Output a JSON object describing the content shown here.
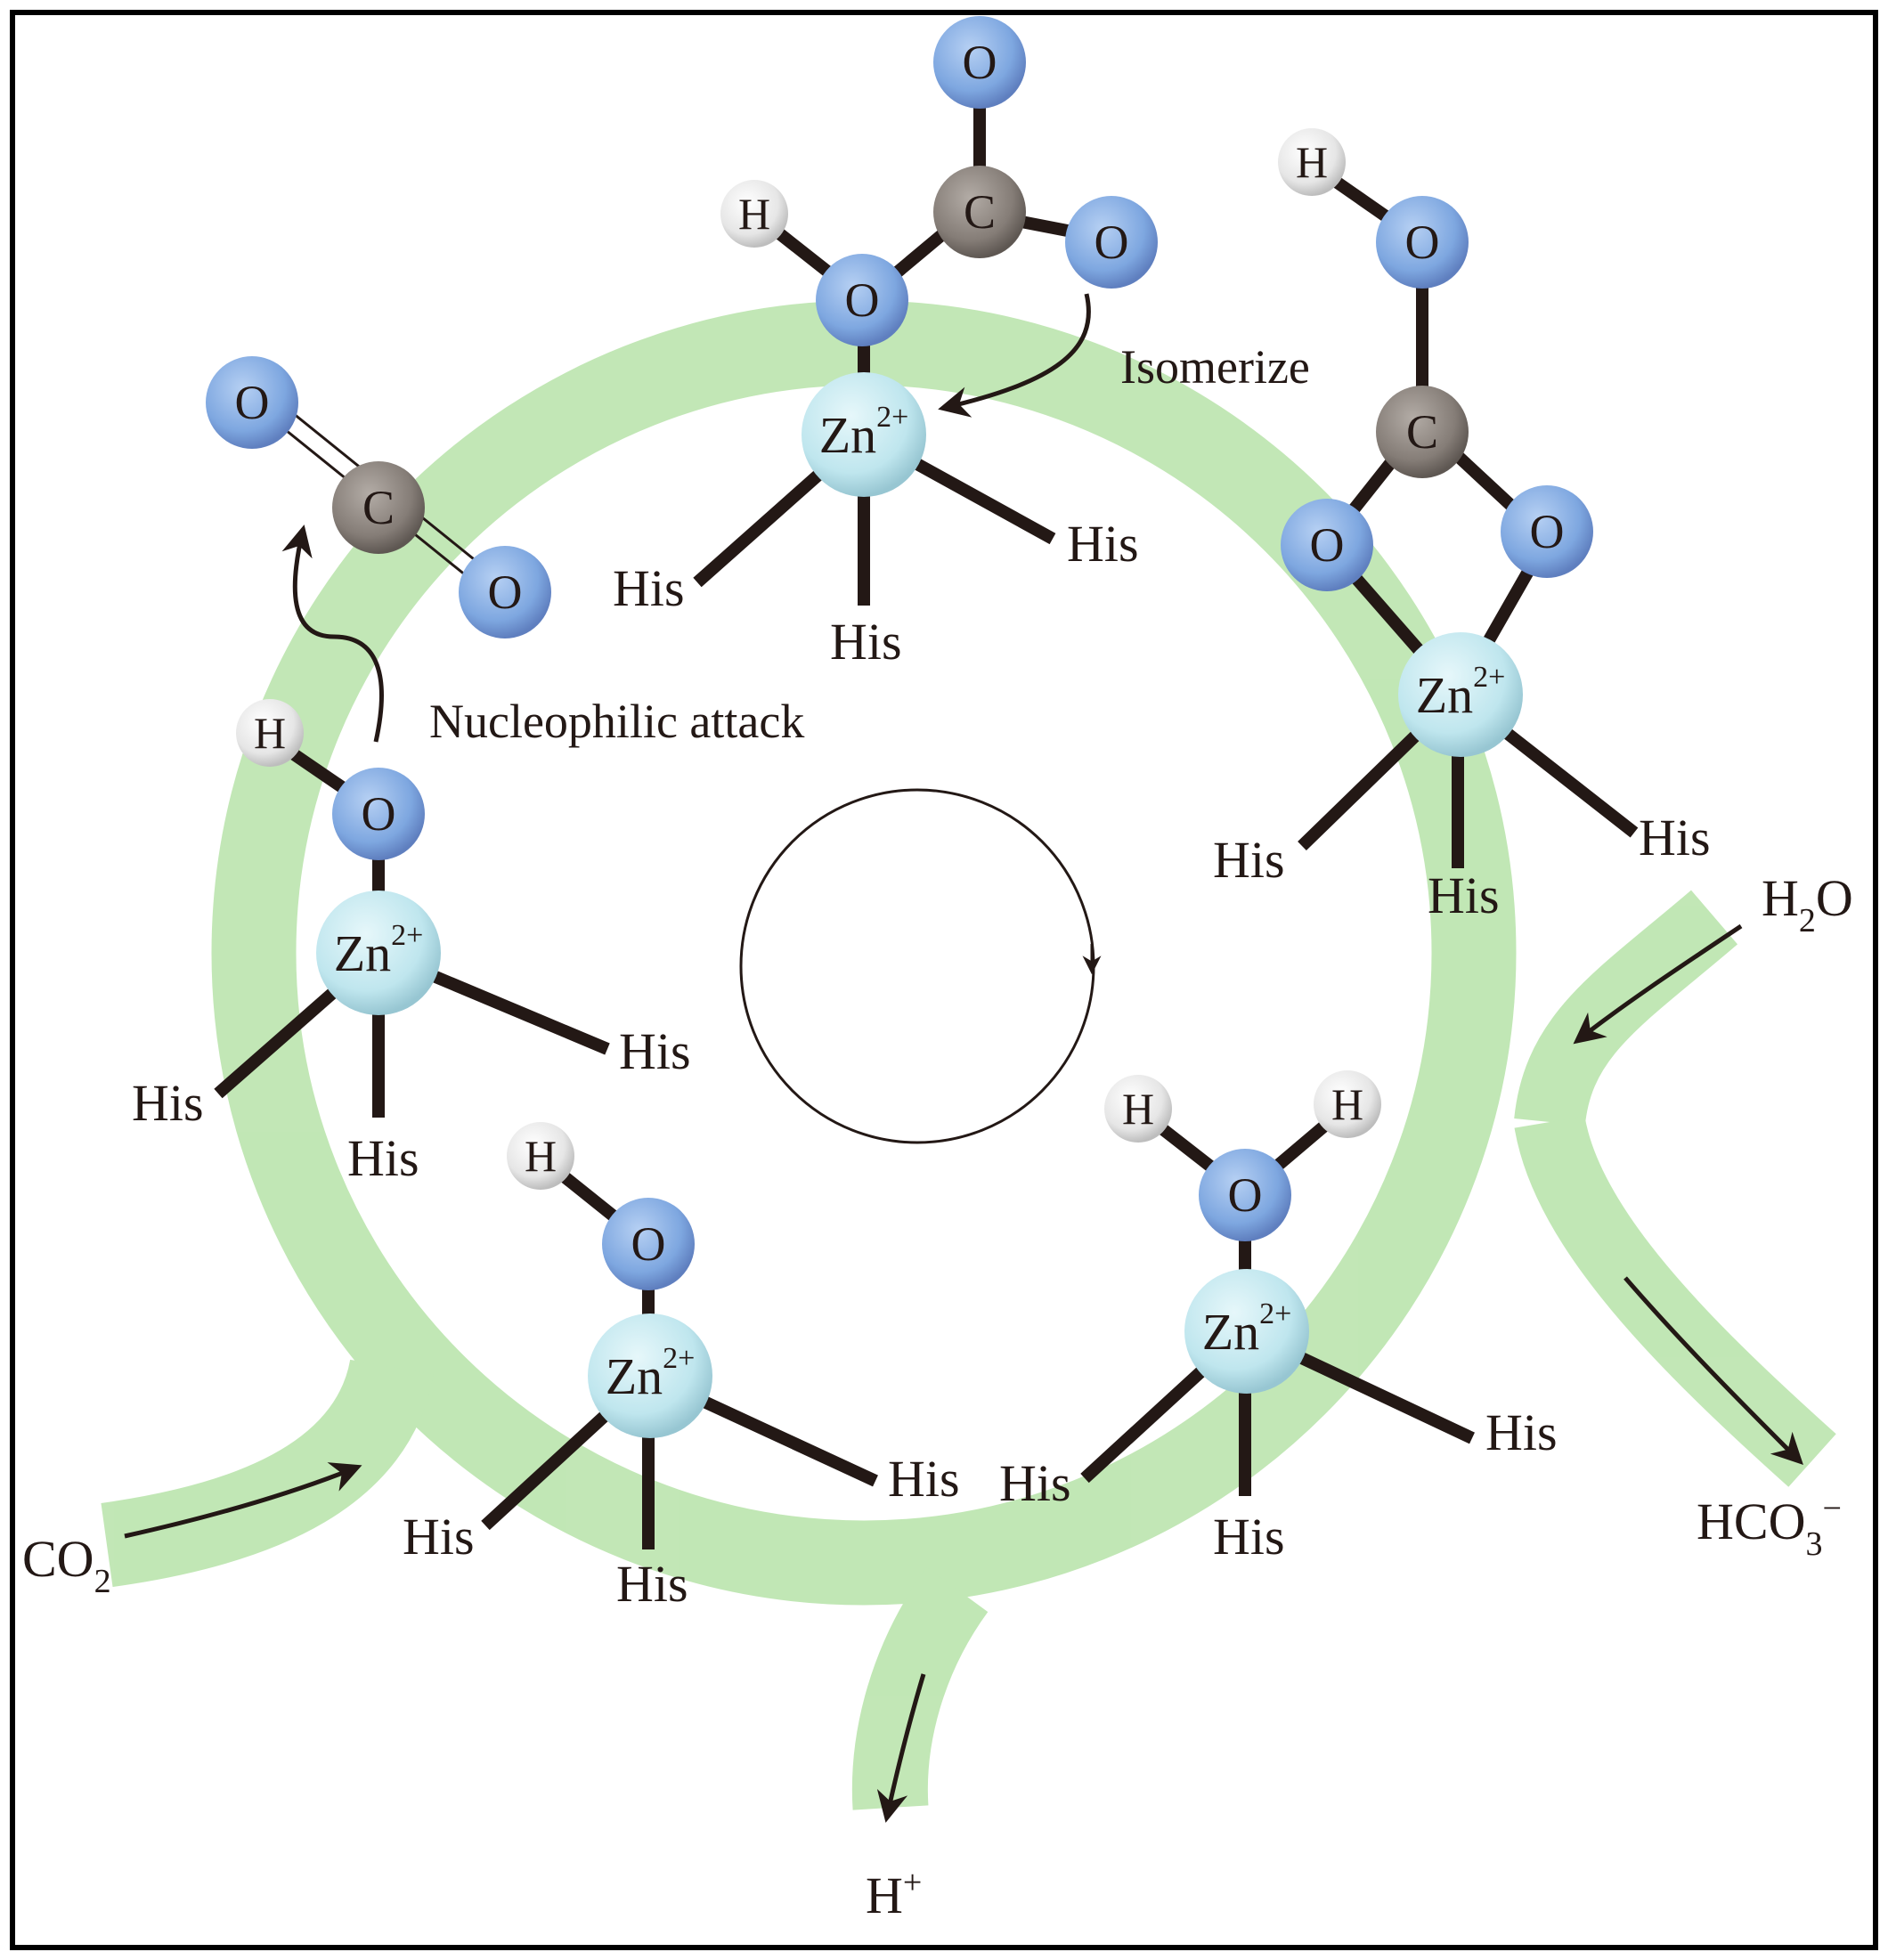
{
  "labels": {
    "isomerize": "Isomerize",
    "nucleophilic_attack": "Nucleophilic attack",
    "his": "His",
    "co2": "CO",
    "co2_sub": "2",
    "h2o_h": "H",
    "h2o_sub": "2",
    "h2o_o": "O",
    "hco3": "HCO",
    "hco3_sub": "3",
    "hco3_sup": "−",
    "h_plus": "H",
    "h_plus_sup": "+"
  },
  "atoms": {
    "o": "O",
    "c": "C",
    "h": "H",
    "zn": "Zn",
    "zn_charge": "2+"
  },
  "colors": {
    "flow_green": "#8fd47a",
    "oxygen": "#7ea7e0",
    "carbon": "#8c8580",
    "hydrogen": "#e8e8e8",
    "zinc": "#bfe6ee",
    "bond": "#231815"
  }
}
